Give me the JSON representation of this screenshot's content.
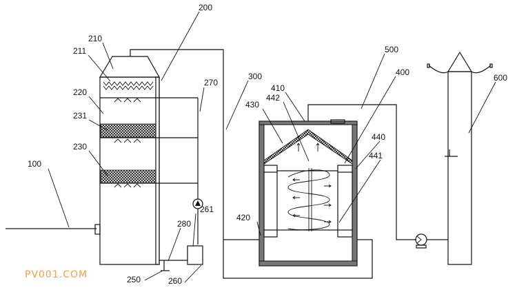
{
  "labels": {
    "l100": "100",
    "l200": "200",
    "l210": "210",
    "l211": "211",
    "l220": "220",
    "l231": "231",
    "l230": "230",
    "l250": "250",
    "l260": "260",
    "l261": "261",
    "l270": "270",
    "l280": "280",
    "l300": "300",
    "l400": "400",
    "l410": "410",
    "l420": "420",
    "l430": "430",
    "l440": "440",
    "l441": "441",
    "l442": "442",
    "l500": "500",
    "l600": "600"
  },
  "watermark": {
    "text": "PV001.COM",
    "color": "#f2a03d"
  }
}
